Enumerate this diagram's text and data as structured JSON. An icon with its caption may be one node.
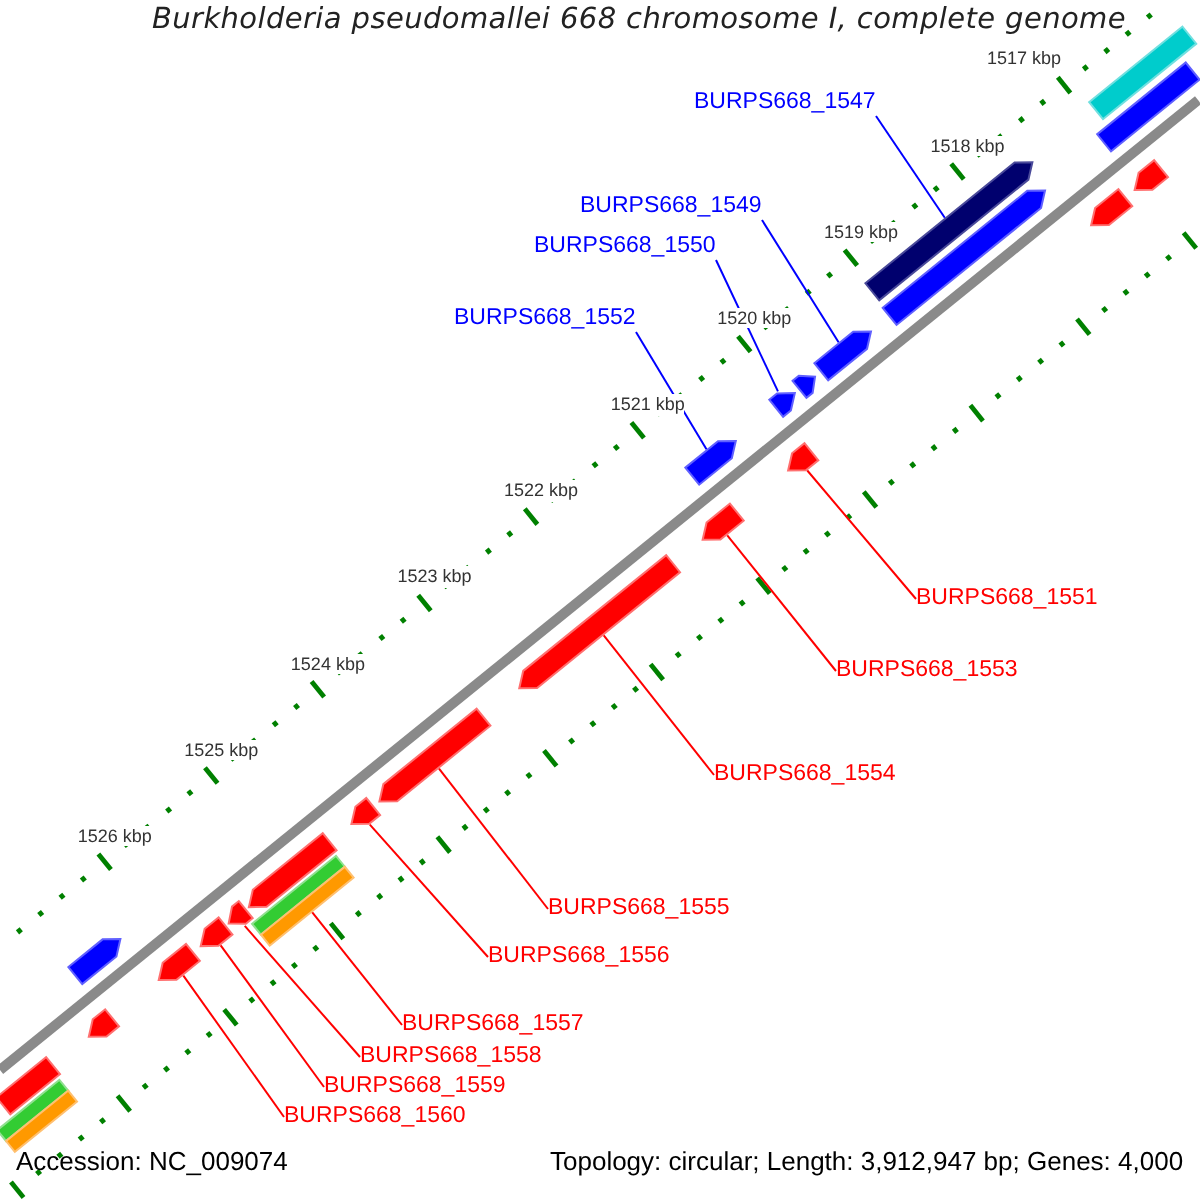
{
  "diagram": {
    "title": "Burkholderia pseudomallei 668 chromosome I, complete genome",
    "nodes": [
      {
        "text": [
          "BURPS668_1547"
        ]
      },
      {
        "text": [
          "BURPS668_1549"
        ]
      },
      {
        "text": [
          "BURPS668_1550"
        ]
      },
      {
        "text": [
          "BURPS668_1552"
        ]
      },
      {
        "text": [
          "BURPS668_1551"
        ]
      },
      {
        "text": [
          "BURPS668_1553"
        ]
      },
      {
        "text": [
          "BURPS668_1554"
        ]
      },
      {
        "text": [
          "BURPS668_1555"
        ]
      },
      {
        "text": [
          "BURPS668_1556"
        ]
      },
      {
        "text": [
          "BURPS668_1557"
        ]
      },
      {
        "text": [
          "BURPS668_1558"
        ]
      },
      {
        "text": [
          "BURPS668_1559"
        ]
      },
      {
        "text": [
          "BURPS668_1560"
        ]
      },
      {
        "text": [],
        "shape": "bar"
      },
      {
        "text": [],
        "shape": "bar"
      },
      {
        "text": [],
        "shape": "bar"
      },
      {
        "text": [],
        "shape": "bar"
      },
      {
        "text": [],
        "shape": "bar"
      },
      {
        "text": [],
        "shape": "bar"
      },
      {
        "text": [],
        "shape": "bar"
      },
      {
        "text": [],
        "shape": "bar"
      },
      {
        "text": [],
        "shape": "bar"
      },
      {
        "text": [],
        "shape": "bar"
      },
      {
        "text": [],
        "shape": "bar"
      },
      {
        "text": [],
        "shape": "bar"
      },
      {
        "text": [],
        "shape": "bar"
      },
      {
        "text": [],
        "shape": "bar"
      },
      {
        "text": [],
        "shape": "bar"
      },
      {
        "text": [],
        "shape": "bar"
      },
      {
        "text": [],
        "shape": "bar"
      },
      {
        "text": [],
        "shape": "bar"
      },
      {
        "text": [],
        "shape": "bar"
      },
      {
        "text": [],
        "shape": "bar"
      },
      {
        "text": [],
        "shape": "bar"
      }
    ],
    "edges": [
      {
        "from": 0,
        "to": 13,
        "arrow": "none",
        "color": "#0000ff"
      },
      {
        "from": 1,
        "to": 14,
        "arrow": "none",
        "color": "#0000ff"
      },
      {
        "from": 2,
        "to": 15,
        "arrow": "none",
        "color": "#0000ff"
      },
      {
        "from": 3,
        "to": 16,
        "arrow": "none",
        "color": "#0000ff"
      },
      {
        "from": 4,
        "to": 17,
        "arrow": "none"
      },
      {
        "from": 5,
        "to": 18,
        "arrow": "none"
      },
      {
        "from": 6,
        "to": 19,
        "arrow": "none"
      },
      {
        "from": 7,
        "to": 20,
        "arrow": "none"
      },
      {
        "from": 8,
        "to": 21,
        "arrow": "none"
      },
      {
        "from": 9,
        "to": 22,
        "arrow": "none"
      },
      {
        "from": 10,
        "to": 23,
        "arrow": "none"
      },
      {
        "from": 11,
        "to": 24,
        "arrow": "none"
      },
      {
        "from": 12,
        "to": 25,
        "arrow": "none"
      }
    ],
    "labels": [
      "1517 kbp",
      "1518 kbp",
      "1519 kbp",
      "1520 kbp",
      "1521 kbp",
      "1522 kbp",
      "1523 kbp",
      "1524 kbp",
      "1525 kbp",
      "1526 kbp",
      "Accession: NC_009074",
      "Topology: circular; Length: 3,912,947 bp; Genes: 4,000"
    ]
  }
}
